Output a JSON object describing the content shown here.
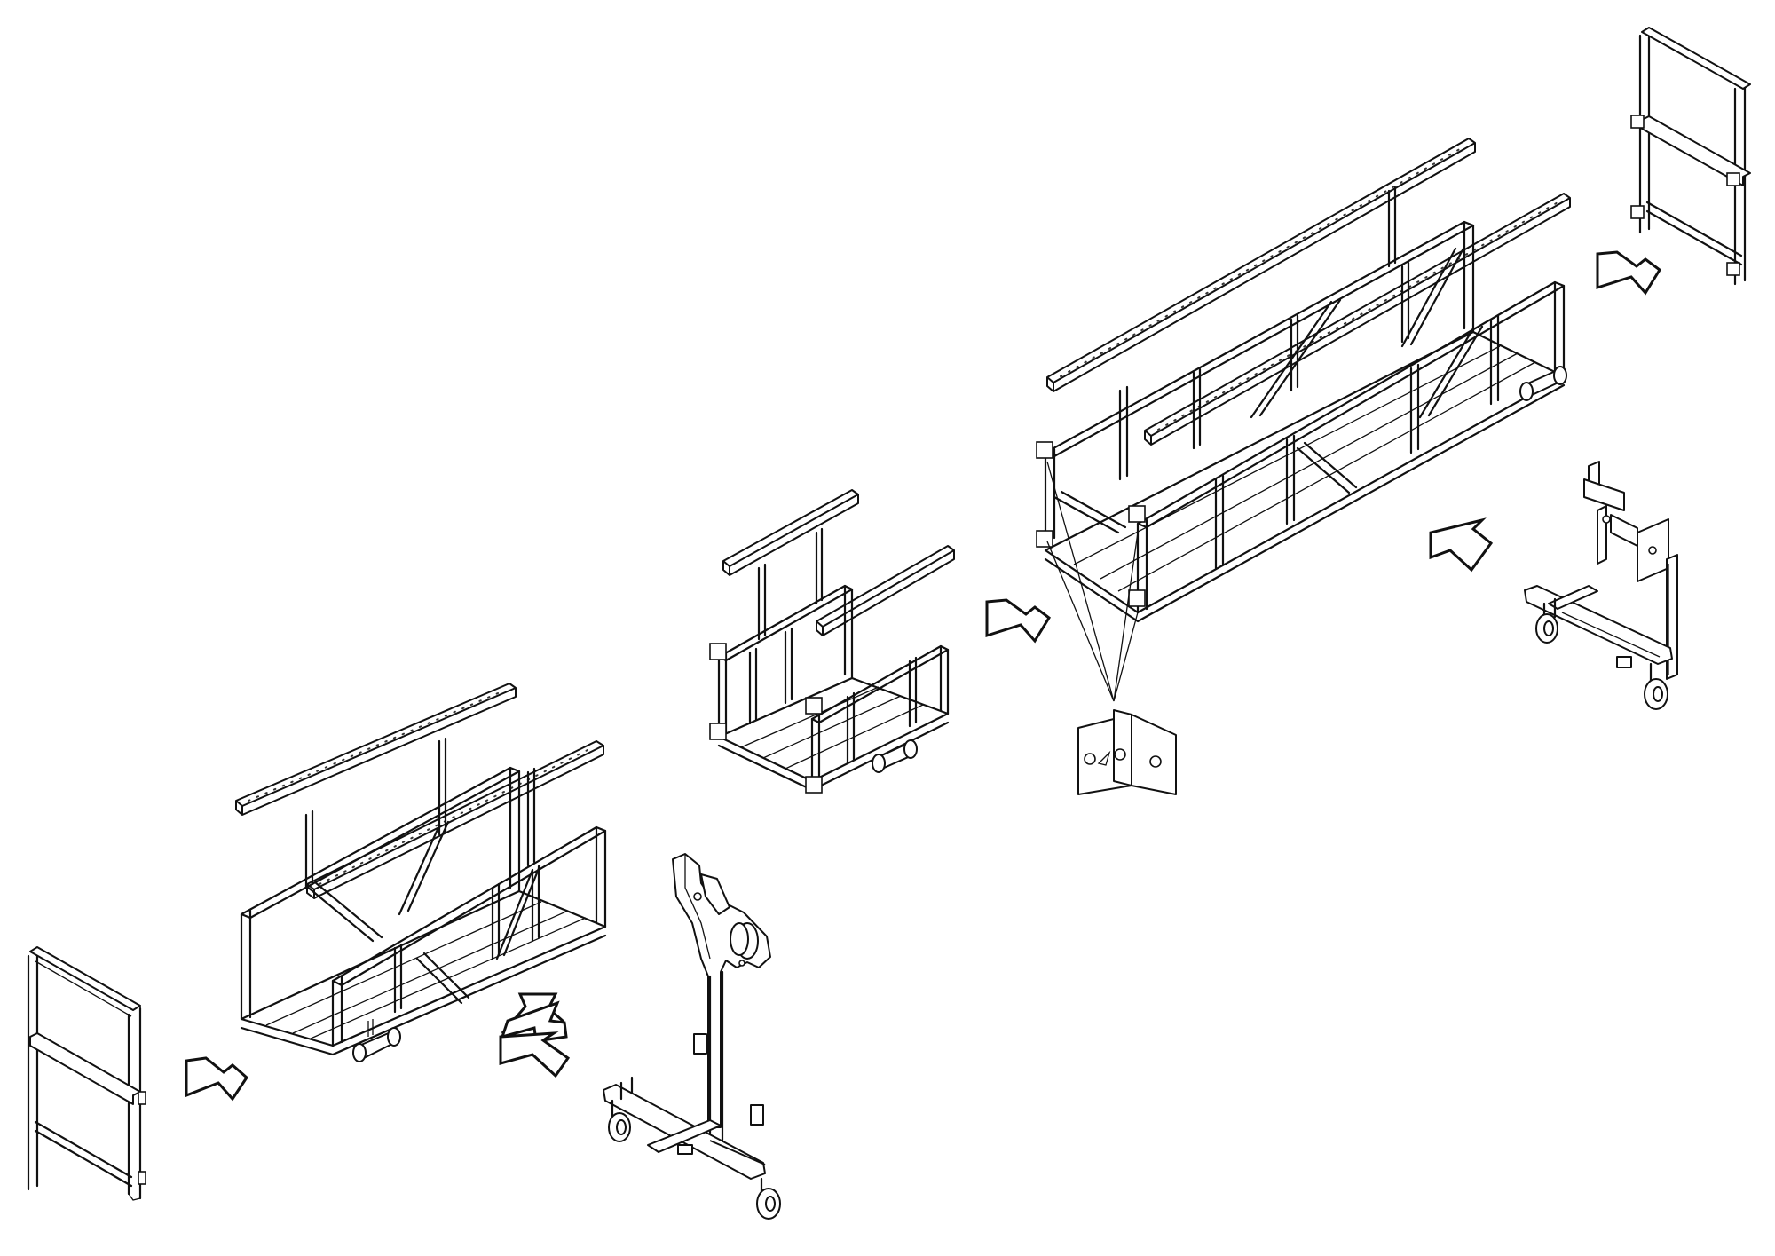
{
  "diagram": {
    "components": [
      "end-gate-left",
      "platform-section-2m",
      "platform-section-1m",
      "platform-section-3m",
      "end-gate-right",
      "stirrup-hoist-mount",
      "outboard-mount-frame",
      "connection-plate"
    ],
    "arrow_count": 6
  }
}
